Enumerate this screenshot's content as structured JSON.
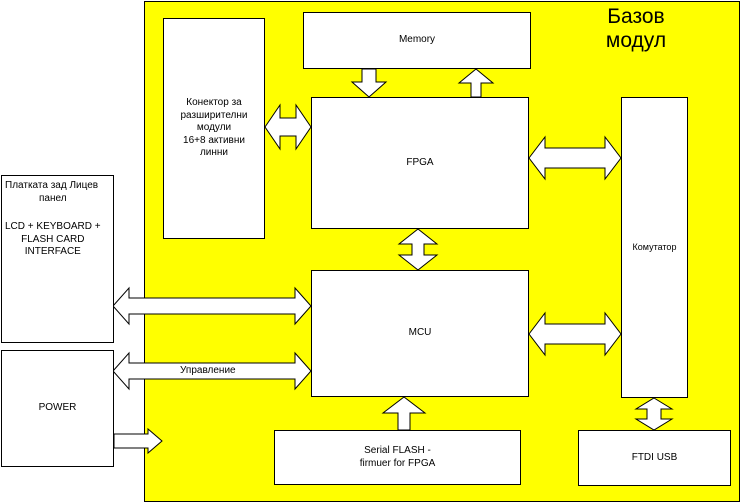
{
  "diagram": {
    "title_line1": "Базов",
    "title_line2": "модул",
    "blocks": {
      "memory": "Memory",
      "connector_l1": "Конектор за",
      "connector_l2": "разширителни",
      "connector_l3": "модули",
      "connector_l4": "16+8 активни",
      "connector_l5": "линни",
      "fpga": "FPGA",
      "mcu": "MCU",
      "switch": "Комутатор",
      "serial_flash_l1": "Serial FLASH -",
      "serial_flash_l2": "firmuer for FPGA",
      "ftdi": "FTDI USB",
      "panel_l1": "Платката зад Лицев",
      "panel_l2": "панел",
      "panel_l3": "LCD + KEYBOARD +",
      "panel_l4": "FLASH CARD",
      "panel_l5": "INTERFACE",
      "power": "POWER"
    },
    "control_label": "Управление"
  },
  "colors": {
    "base_module_fill": "#ffff00",
    "block_fill": "#ffffff",
    "line": "#000000"
  }
}
